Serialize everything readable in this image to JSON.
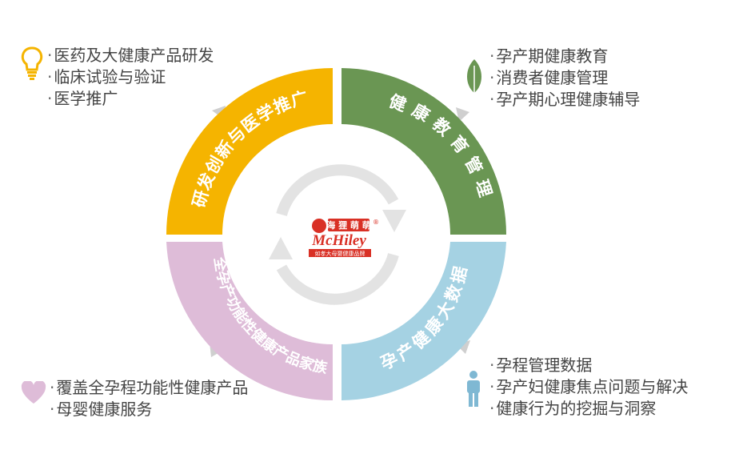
{
  "quadrants": [
    {
      "id": "tl",
      "title": "研发创新与医学推广",
      "color": "#F5B400",
      "items": [
        "医药及大健康产品研发",
        "临床试验与验证",
        "医学推广"
      ],
      "icon": "lightbulb-icon"
    },
    {
      "id": "tr",
      "title": "健康教育管理",
      "color": "#6A9653",
      "items": [
        "孕产期健康教育",
        "消费者健康管理",
        "孕产期心理健康辅导"
      ],
      "icon": "leaf-icon"
    },
    {
      "id": "br",
      "title": "孕产健康大数据",
      "color": "#A5D2E3",
      "items": [
        "孕程管理数据",
        "孕产妇健康焦点问题与解决",
        "健康行为的挖掘与洞察"
      ],
      "icon": "person-icon"
    },
    {
      "id": "bl",
      "title": "全孕产功能性健康产品家族",
      "color": "#DEBCD8",
      "items": [
        "覆盖全孕程功能性健康产品",
        "母婴健康服务"
      ],
      "icon": "heart-icon"
    }
  ],
  "logo": {
    "brand_cn": "海 狸 萌 萌",
    "brand_en": "McHiley",
    "tagline": "如孝大母婴健康品牌",
    "registered": "®"
  },
  "colors": {
    "ring_arrows": "#E3E3E3",
    "connector": "#CFCFCF",
    "text": "#444444"
  }
}
